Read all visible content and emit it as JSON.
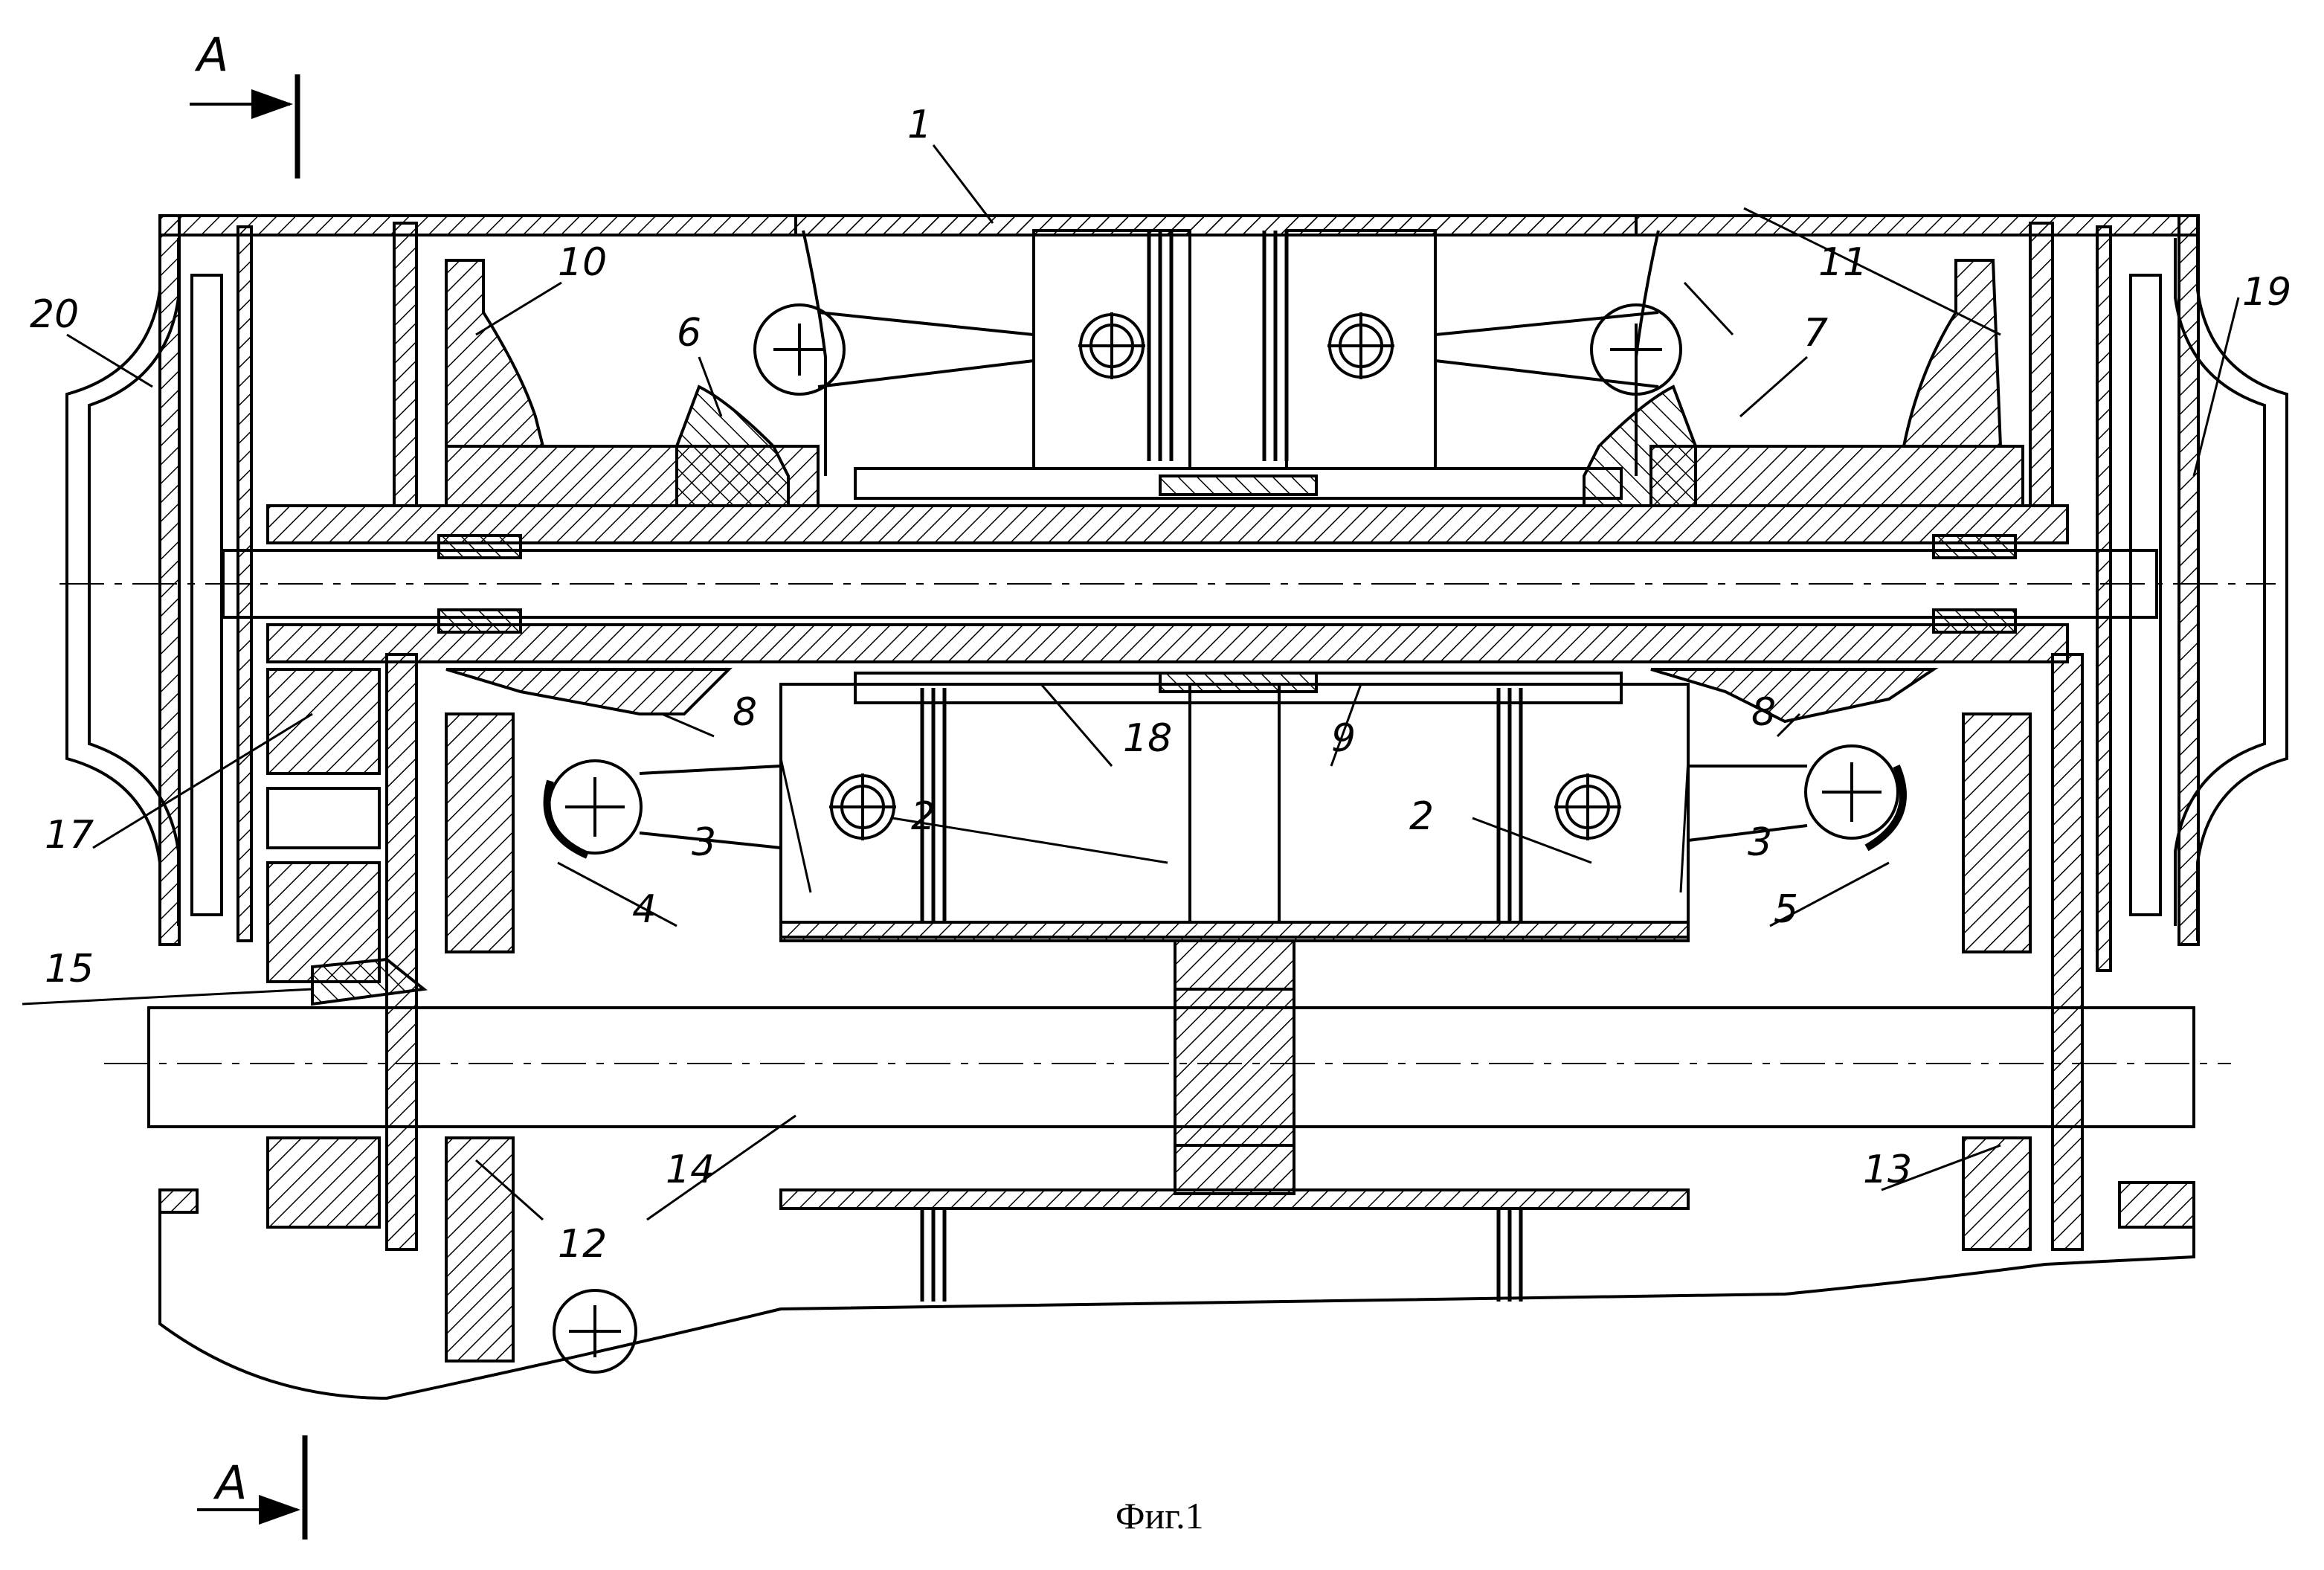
{
  "figure": {
    "caption": "Фиг.1",
    "section_marks": {
      "top": "А",
      "bottom": "А"
    },
    "callouts": [
      {
        "id": "1",
        "label": "1"
      },
      {
        "id": "2a",
        "label": "2"
      },
      {
        "id": "2b",
        "label": "2"
      },
      {
        "id": "3a",
        "label": "3"
      },
      {
        "id": "3b",
        "label": "3"
      },
      {
        "id": "4",
        "label": "4"
      },
      {
        "id": "5",
        "label": "5"
      },
      {
        "id": "6",
        "label": "6"
      },
      {
        "id": "7",
        "label": "7"
      },
      {
        "id": "8a",
        "label": "8"
      },
      {
        "id": "8b",
        "label": "8"
      },
      {
        "id": "9",
        "label": "9"
      },
      {
        "id": "10",
        "label": "10"
      },
      {
        "id": "11",
        "label": "11"
      },
      {
        "id": "12",
        "label": "12"
      },
      {
        "id": "13",
        "label": "13"
      },
      {
        "id": "14",
        "label": "14"
      },
      {
        "id": "15",
        "label": "15"
      },
      {
        "id": "17",
        "label": "17"
      },
      {
        "id": "18",
        "label": "18"
      },
      {
        "id": "19",
        "label": "19"
      },
      {
        "id": "20",
        "label": "20"
      }
    ]
  }
}
